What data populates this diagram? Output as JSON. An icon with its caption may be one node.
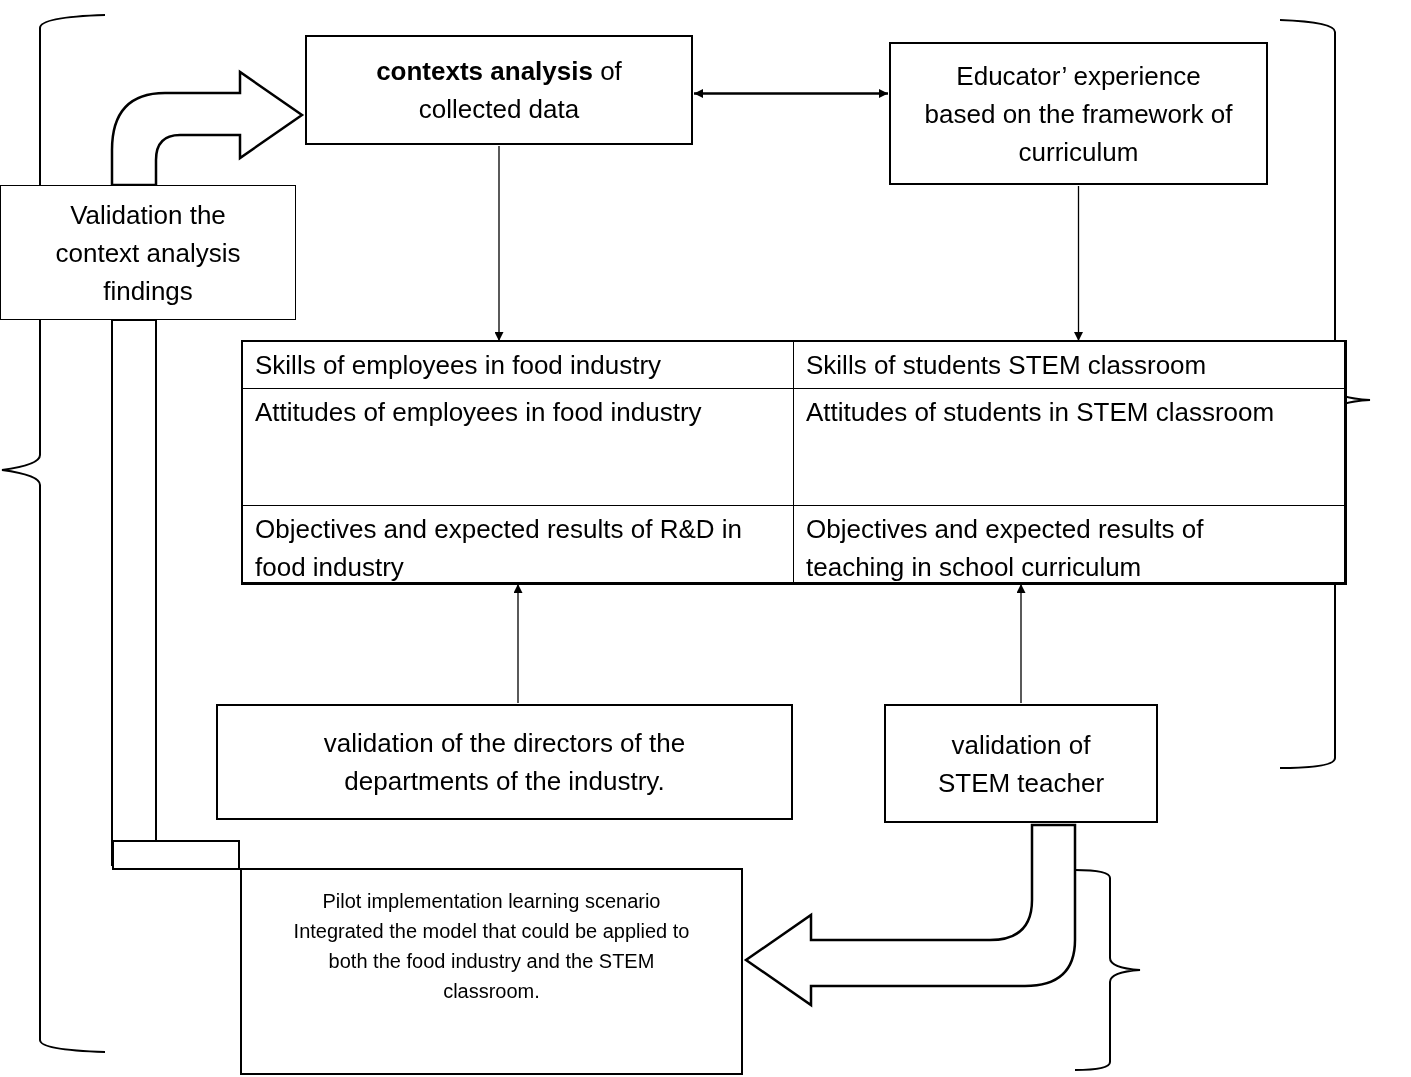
{
  "diagram": {
    "nodes": [
      {
        "text": [
          "**contexts analysis** of collected data"
        ]
      },
      {
        "text": [
          "Educator’ experience based on the framework of curriculum"
        ]
      },
      {
        "text": [
          "Validation the context analysis findings"
        ]
      },
      {
        "text": [],
        "shape": "box"
      },
      {
        "text": [
          "Skills of employees in food industry"
        ],
        "in": 3
      },
      {
        "text": [
          "Skills of students STEM classroom"
        ],
        "in": 3
      },
      {
        "text": [
          "Attitudes of employees in food industry"
        ],
        "in": 3
      },
      {
        "text": [
          "Attitudes of students in STEM classroom"
        ],
        "in": 3
      },
      {
        "text": [
          "Objectives and expected results of R&D in food industry"
        ],
        "in": 3
      },
      {
        "text": [
          "Objectives and expected results of teaching in school curriculum"
        ],
        "in": 3
      },
      {
        "text": [
          "validation of the directors of the departments of the industry."
        ]
      },
      {
        "text": [
          "validation of STEM teacher"
        ]
      },
      {
        "text": [
          "Pilot implementation learning scenario Integrated the model that could be applied to both the food industry and the STEM classroom."
        ]
      },
      {
        "text": [],
        "shape": "box"
      }
    ],
    "edges": [
      {
        "from": 0,
        "to": 1,
        "arrow": "both"
      },
      {
        "from": 0,
        "to": 4,
        "arrow": "to"
      },
      {
        "from": 1,
        "to": 5,
        "arrow": "to"
      },
      {
        "from": 10,
        "to": 8,
        "arrow": "to"
      },
      {
        "from": 11,
        "to": 9,
        "arrow": "to"
      },
      {
        "from": 2,
        "to": 0,
        "arrow": "to",
        "style": "thick"
      },
      {
        "from": 11,
        "to": 12,
        "arrow": "to",
        "style": "thick"
      }
    ]
  }
}
